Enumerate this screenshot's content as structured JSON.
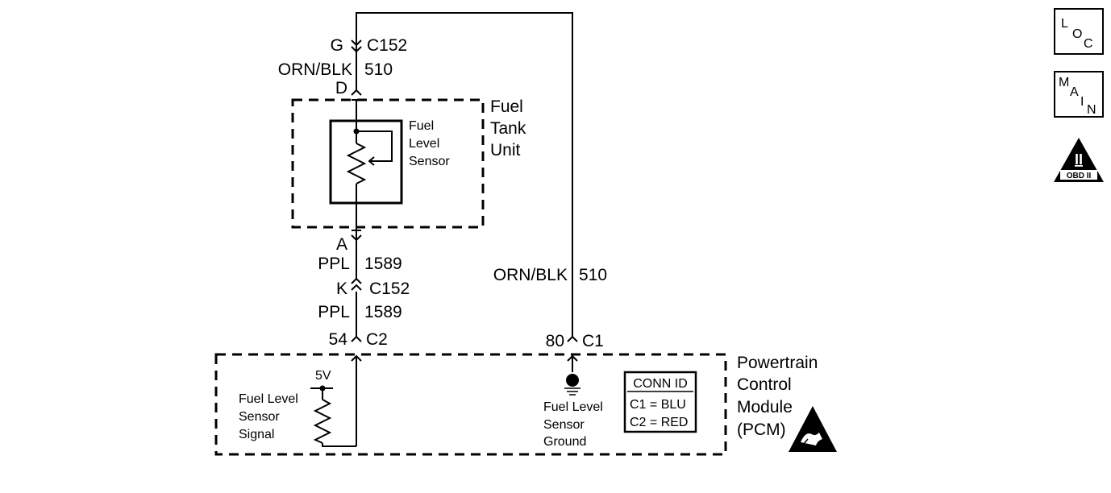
{
  "connectors": {
    "top_pin": "G",
    "top_conn": "C152",
    "top_wire_color": "ORN/BLK",
    "top_wire_num": "510",
    "fuel_unit_pin_top": "D",
    "fuel_unit_pin_bottom": "A",
    "mid_wire_color": "PPL",
    "mid_wire_num": "1589",
    "mid_pin": "K",
    "mid_conn": "C152",
    "low_wire_color": "PPL",
    "low_wire_num": "1589",
    "pcm_signal_pin": "54",
    "pcm_signal_conn": "C2",
    "right_wire_color": "ORN/BLK",
    "right_wire_num": "510",
    "pcm_ground_pin": "80",
    "pcm_ground_conn": "C1"
  },
  "fuel_tank_unit": {
    "title_lines": [
      "Fuel",
      "Tank",
      "Unit"
    ],
    "sensor_lines": [
      "Fuel",
      "Level",
      "Sensor"
    ]
  },
  "pcm": {
    "title_lines": [
      "Powertrain",
      "Control",
      "Module",
      "(PCM)"
    ],
    "voltage": "5V",
    "signal_lines": [
      "Fuel Level",
      "Sensor",
      "Signal"
    ],
    "ground_lines": [
      "Fuel Level",
      "Sensor",
      "Ground"
    ],
    "conn_id": {
      "header": "CONN ID",
      "rows": [
        "C1 = BLU",
        "C2 = RED"
      ]
    }
  },
  "badges": {
    "loc": [
      "L",
      "O",
      "C"
    ],
    "main": [
      "M",
      "A",
      "I",
      "N"
    ],
    "obd_numeral": "II",
    "obd_text": "OBD II"
  }
}
